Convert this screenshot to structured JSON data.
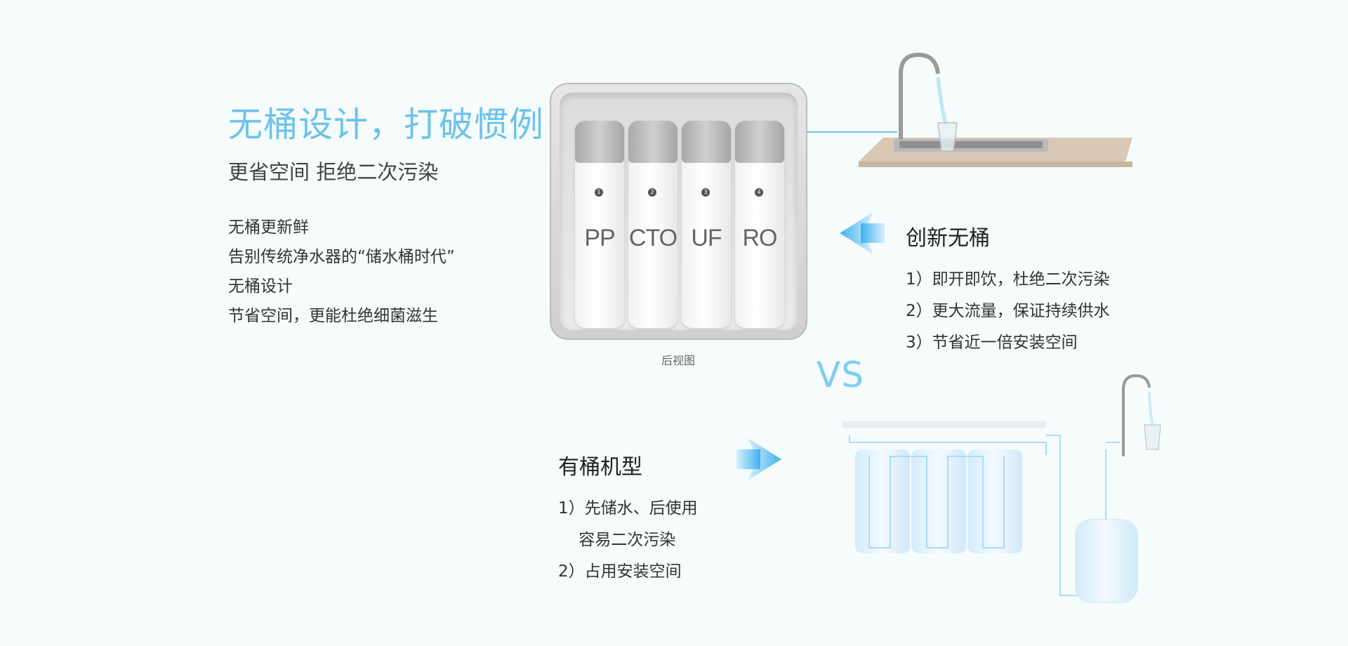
{
  "left": {
    "headline": "无桶设计，打破惯例",
    "subhead": "更省空间 拒绝二次污染",
    "lines": [
      "无桶更新鲜",
      "告别传统净水器的“储水桶时代”",
      "无桶设计",
      "节省空间，更能杜绝细菌滋生"
    ]
  },
  "product": {
    "caption": "后视图",
    "filters": [
      {
        "num": "1",
        "code": "PP"
      },
      {
        "num": "2",
        "code": "CTO"
      },
      {
        "num": "3",
        "code": "UF"
      },
      {
        "num": "4",
        "code": "RO"
      }
    ]
  },
  "tankless": {
    "title": "创新无桶",
    "items": [
      "1）即开即饮，杜绝二次污染",
      "2）更大流量，保证持续供水",
      "3）节省近一倍安装空间"
    ]
  },
  "vs": "VS",
  "tank": {
    "title": "有桶机型",
    "items": [
      "1）先储水、后使用",
      "    容易二次污染",
      "2）占用安装空间"
    ]
  },
  "colors": {
    "accent": "#6cc3ea",
    "arrow": "#4db8ef"
  }
}
